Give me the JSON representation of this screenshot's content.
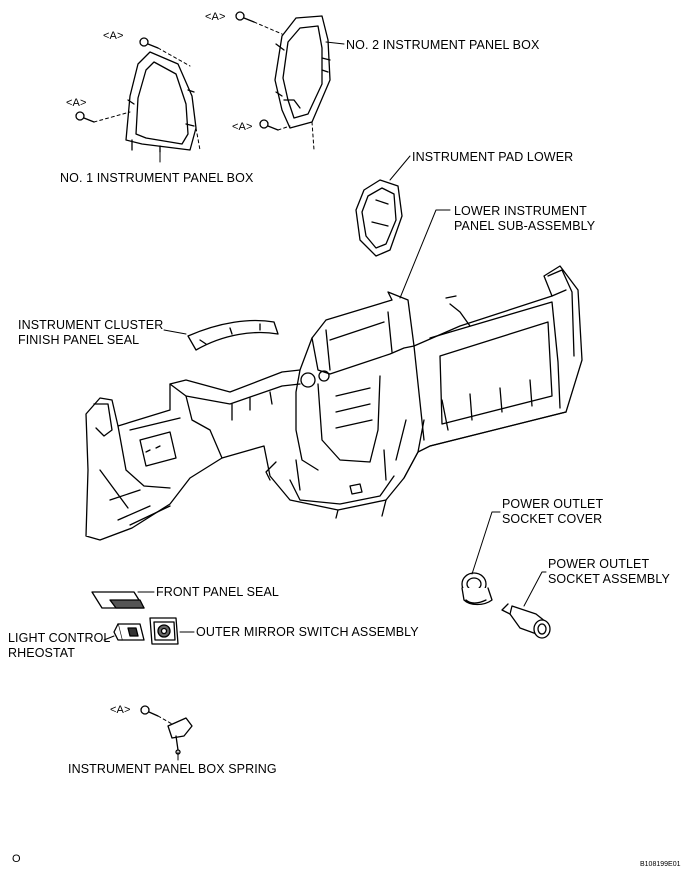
{
  "labels": {
    "no2_box": "NO. 2 INSTRUMENT PANEL BOX",
    "no1_box": "NO. 1 INSTRUMENT PANEL BOX",
    "pad_lower": "INSTRUMENT PAD LOWER",
    "lower_panel": [
      "LOWER INSTRUMENT",
      "PANEL SUB-ASSEMBLY"
    ],
    "cluster_seal": [
      "INSTRUMENT CLUSTER",
      "FINISH PANEL SEAL"
    ],
    "outlet_cover": [
      "POWER OUTLET",
      "SOCKET COVER"
    ],
    "outlet_assembly": [
      "POWER OUTLET",
      "SOCKET ASSEMBLY"
    ],
    "front_seal": "FRONT PANEL SEAL",
    "light_control": [
      "LIGHT CONTROL",
      "RHEOSTAT"
    ],
    "mirror_switch": "OUTER MIRROR SWITCH ASSEMBLY",
    "box_spring": "INSTRUMENT PANEL BOX SPRING"
  },
  "fastener_tag": "<A>",
  "corner_mark": "O",
  "figure_code": "B108199E01"
}
